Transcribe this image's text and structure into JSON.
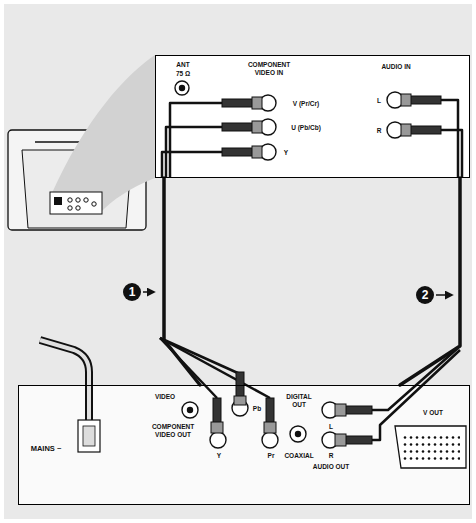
{
  "diagram": {
    "nodes": [
      {
        "text": [
          "ANT",
          "75 Ω",
          "COMPONENT VIDEO IN",
          "V (Pr/Cr)",
          "U (Pb/Cb)",
          "Y",
          "AUDIO IN",
          "L",
          "R"
        ]
      },
      {
        "text": [
          "VIDEO",
          "Pb",
          "COMPONENT VIDEO OUT",
          "Y",
          "Pr",
          "DIGITAL OUT",
          "COAXIAL",
          "L",
          "R",
          "AUDIO OUT",
          "V OUT",
          "MAINS ~"
        ]
      }
    ],
    "edges": [
      {
        "from": 0,
        "to": 1,
        "arrow": "none",
        "label": "1"
      },
      {
        "from": 0,
        "to": 1,
        "arrow": "none",
        "label": "2"
      }
    ]
  }
}
